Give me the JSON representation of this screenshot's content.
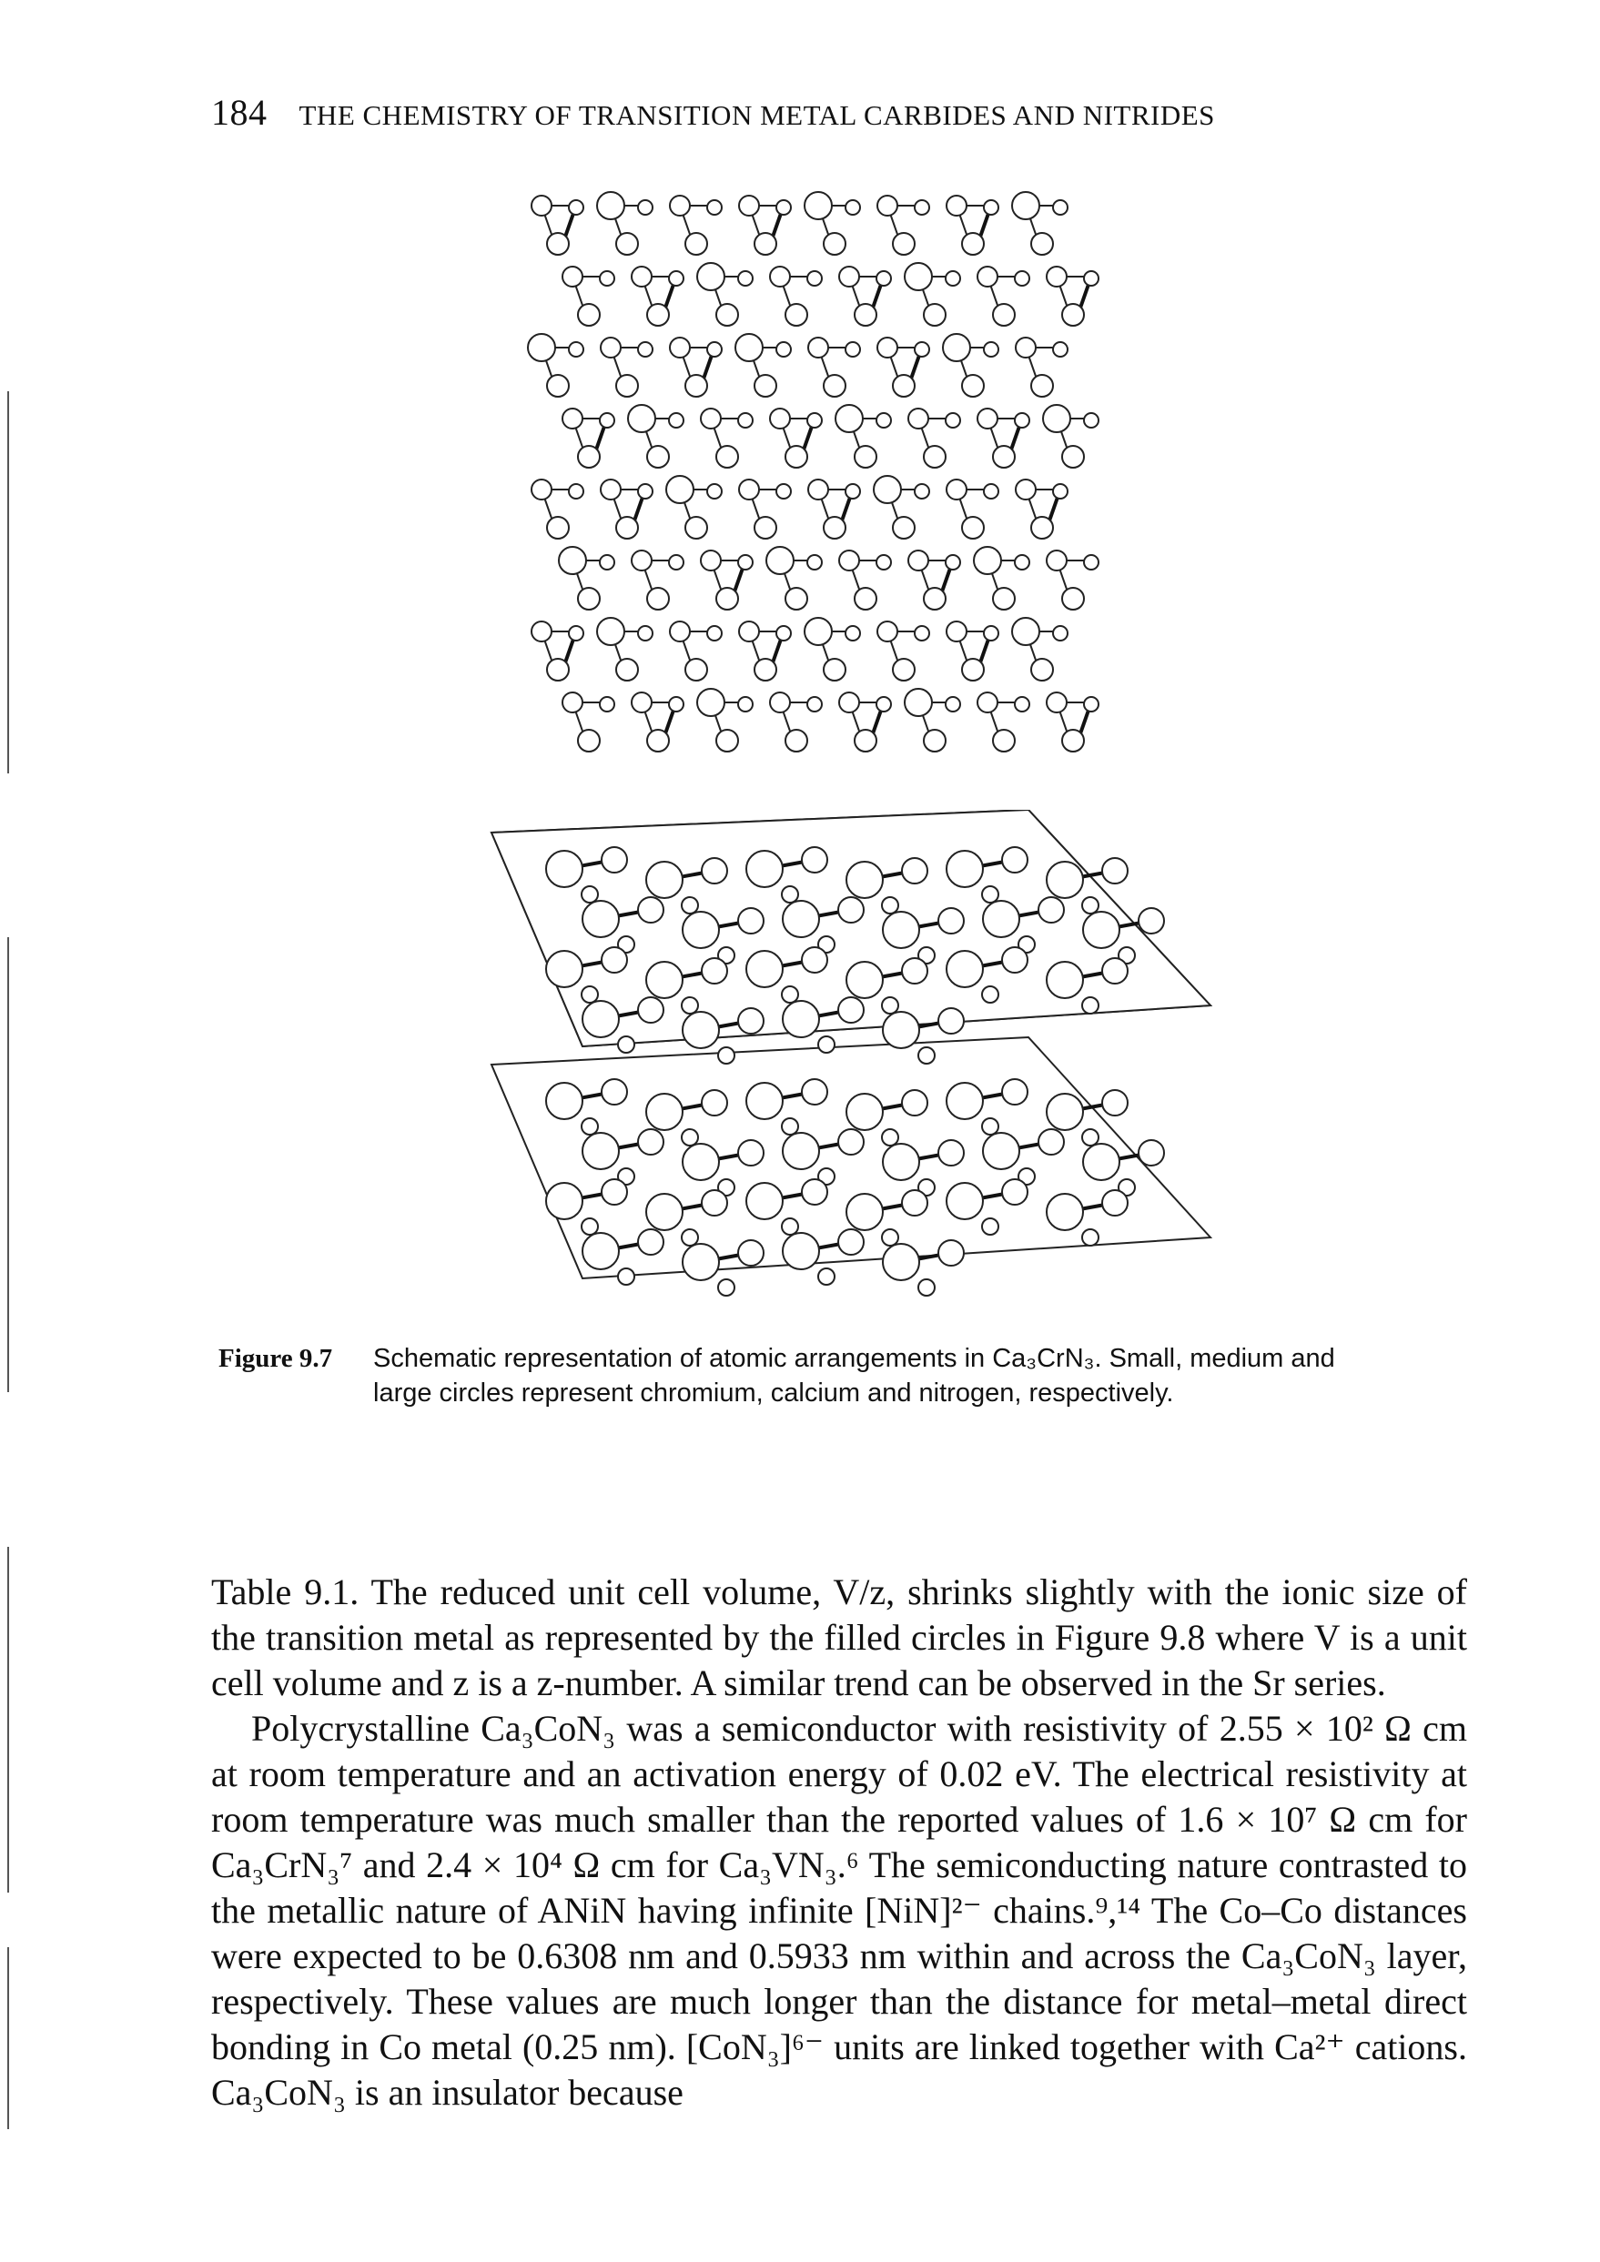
{
  "header": {
    "page_number": "184",
    "running_head": "THE CHEMISTRY OF TRANSITION METAL CARBIDES AND NITRIDES"
  },
  "figure": {
    "label": "Figure 9.7",
    "caption_line1": "Schematic representation of atomic arrangements in Ca₃CrN₃. Small, medium and",
    "caption_line2": "large circles represent chromium, calcium and nitrogen, respectively."
  },
  "body": {
    "paragraph1": "Table 9.1. The reduced unit cell volume, V/z, shrinks slightly with the ionic size of the transition metal as represented by the filled circles in Figure 9.8 where V is a unit cell volume and z is a z-number. A similar trend can be observed in the Sr series.",
    "paragraph2": "Polycrystalline Ca₃CoN₃ was a semiconductor with resistivity of 2.55 × 10² Ω cm at room temperature and an activation energy of 0.02 eV. The electrical resistivity at room temperature was much smaller than the reported values of 1.6 × 10⁷ Ω cm for Ca₃CrN₃⁷ and 2.4 × 10⁴ Ω cm for Ca₃VN₃.⁶ The semiconducting nature contrasted to the metallic nature of ANiN having infinite [NiN]²⁻ chains.⁹,¹⁴ The Co–Co distances were expected to be 0.6308 nm and 0.5933 nm within and across the Ca₃CoN₃ layer, respectively. These values are much longer than the distance for metal–metal direct bonding in Co metal (0.25 nm). [CoN₃]⁶⁻ units are linked together with Ca²⁺ cations. Ca₃CoN₃ is an insulator because"
  }
}
